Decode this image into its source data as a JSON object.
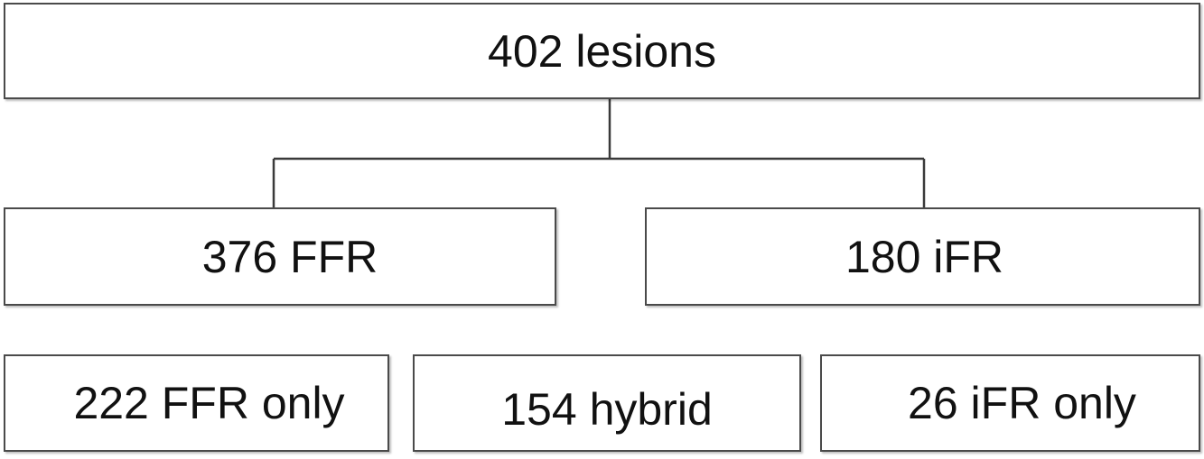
{
  "root": {
    "label": "402 lesions"
  },
  "level1": [
    {
      "label": "376 FFR"
    },
    {
      "label": "180 iFR"
    }
  ],
  "level2": [
    {
      "label": "222 FFR only"
    },
    {
      "label": "154 hybrid"
    },
    {
      "label": "26 iFR only"
    }
  ]
}
